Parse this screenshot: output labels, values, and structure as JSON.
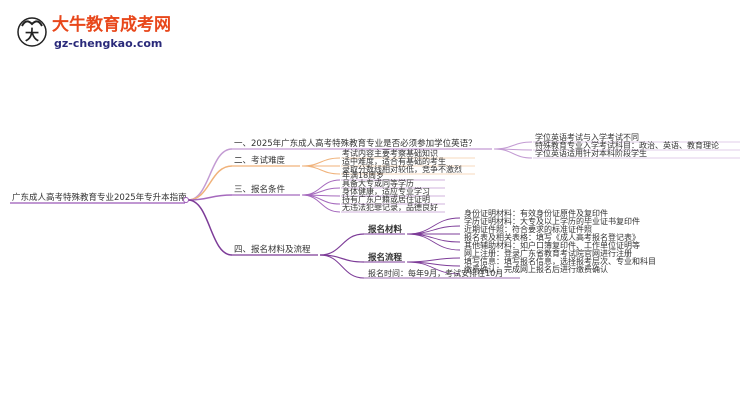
{
  "brand": {
    "name": "大牛教育成考网",
    "url": "gz-chengkao.com",
    "name_color": "#e8471b",
    "url_color": "#2a2a7a"
  },
  "root": {
    "label": "广东成人高考特殊教育专业2025年专升本指南"
  },
  "branches": [
    {
      "label": "一、2025年广东成人高考特殊教育专业是否必须参加学位英语？",
      "color": "#c39bd3",
      "items": [
        "学位英语考试与入学考试不同",
        "特殊教育专业入学考试科目：政治、英语、教育理论",
        "学位英语适用针对本科阶段学生"
      ]
    },
    {
      "label": "二、考试难度",
      "color": "#f0b27a",
      "items": [
        "考试内容主要考察基础知识",
        "适中难度，适合有基础的考生",
        "录取分数线相对较低，竞争不激烈"
      ]
    },
    {
      "label": "三、报名条件",
      "color": "#a569bd",
      "items": [
        "年满18周岁",
        "具备大专或同等学历",
        "身体健康，适应专业学习",
        "持有广东户籍或居住证明",
        "无违法犯罪记录，品德良好"
      ]
    },
    {
      "label": "四、报名材料及流程",
      "color": "#7d3c98",
      "sub": [
        {
          "label": "报名材料",
          "items": [
            "身份证明材料：有效身份证原件及复印件",
            "学历证明材料：大专及以上学历的毕业证书复印件",
            "近期证件照：符合要求的标准证件照",
            "报名表及相关表格：填写《成人高考报名登记表》",
            "其他辅助材料：如户口簿复印件、工作单位证明等"
          ]
        },
        {
          "label": "报名流程",
          "items": [
            "网上注册：登录广东省教育考试院官网进行注册",
            "填写信息：填写报名信息，选择报考层次、专业和科目",
            "缴费确认：完成网上报名后进行缴费确认"
          ]
        }
      ],
      "extra": "报名时间：每年9月，考试安排在10月"
    }
  ]
}
